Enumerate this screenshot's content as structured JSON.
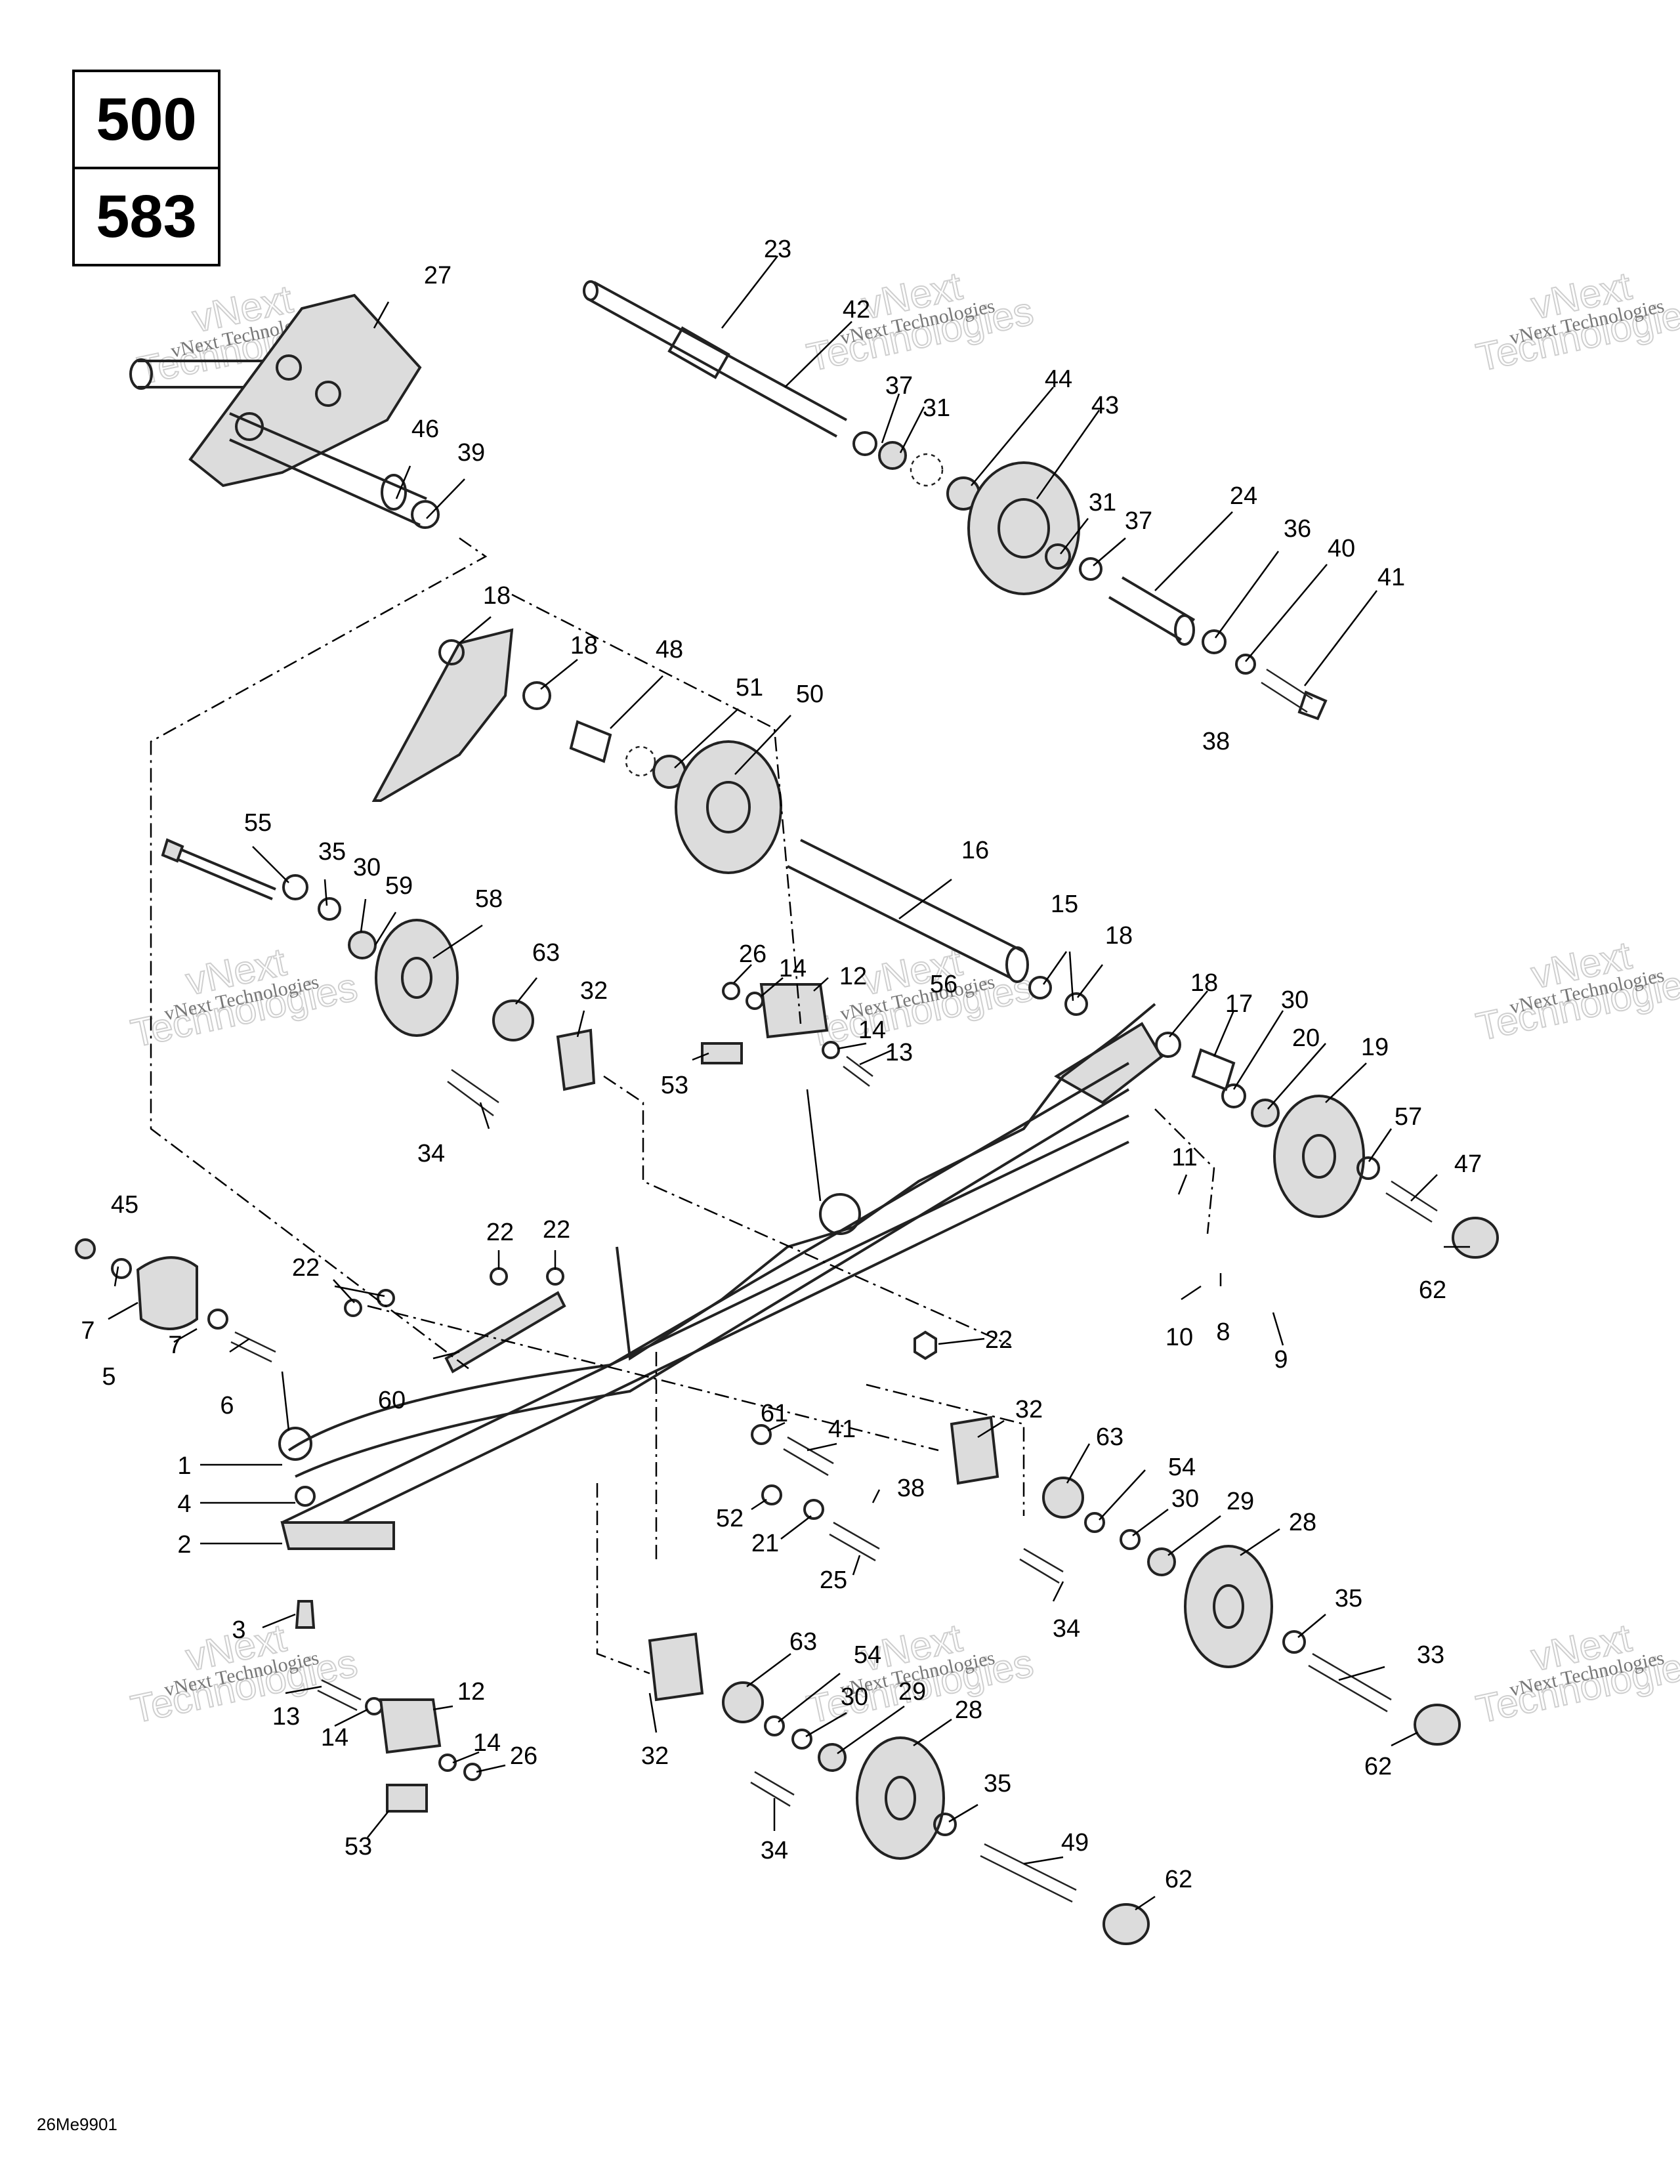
{
  "models": [
    "500",
    "583"
  ],
  "diagram_code": "26Me9901",
  "watermark": {
    "line1": "vNext Technologies",
    "line2": "vNext",
    "line3": "Technologies"
  },
  "callouts": [
    "1",
    "2",
    "3",
    "4",
    "5",
    "6",
    "7",
    "8",
    "9",
    "10",
    "11",
    "12",
    "13",
    "14",
    "15",
    "16",
    "17",
    "18",
    "19",
    "20",
    "21",
    "22",
    "23",
    "24",
    "25",
    "26",
    "27",
    "28",
    "29",
    "30",
    "31",
    "32",
    "33",
    "34",
    "35",
    "36",
    "37",
    "38",
    "39",
    "40",
    "41",
    "42",
    "43",
    "44",
    "45",
    "46",
    "47",
    "48",
    "49",
    "50",
    "51",
    "52",
    "53",
    "54",
    "55",
    "56",
    "57",
    "58",
    "59",
    "60",
    "61",
    "62",
    "63"
  ]
}
